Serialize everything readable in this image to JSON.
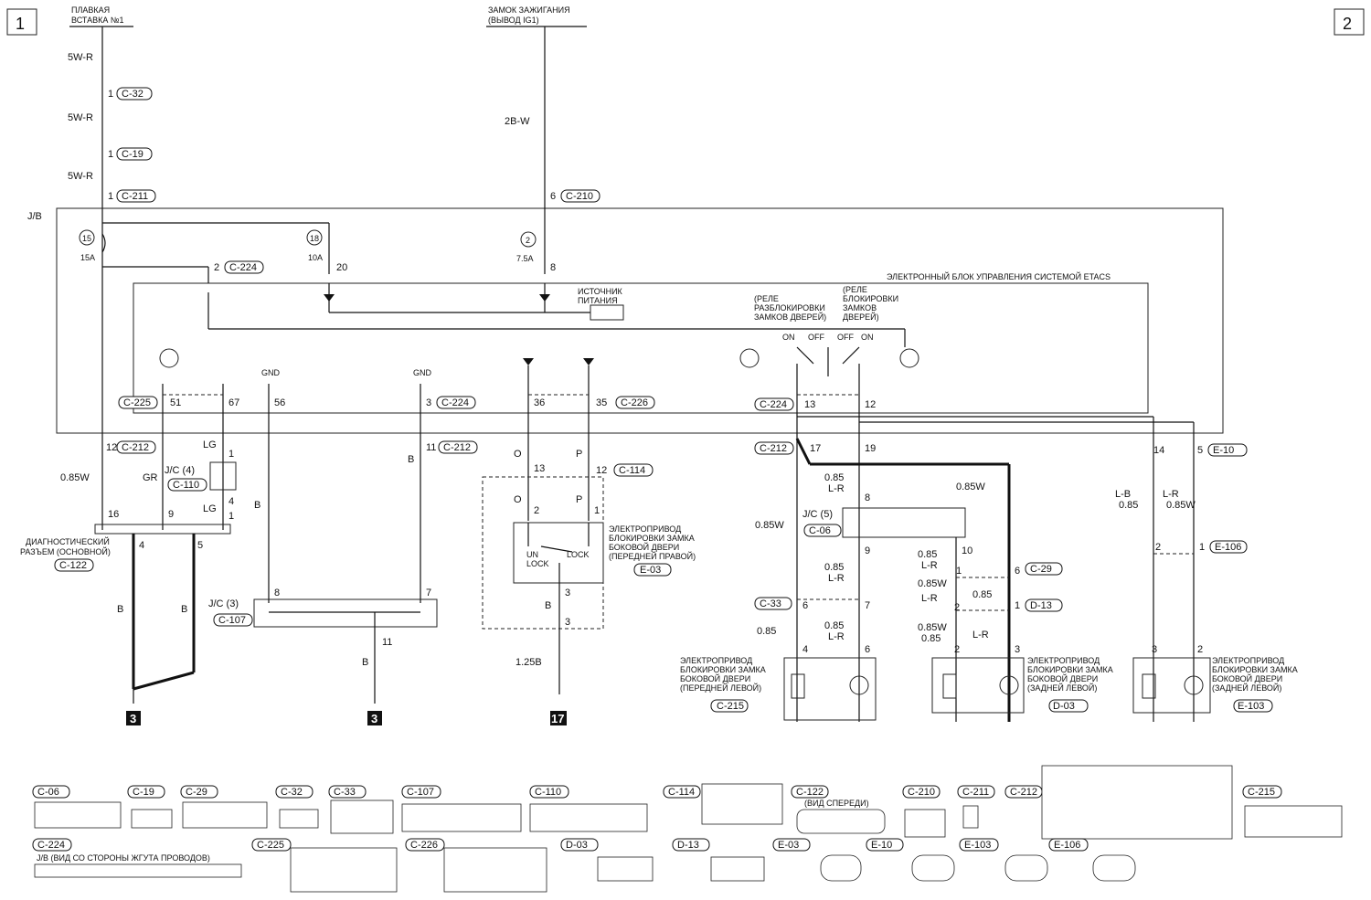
{
  "page_markers": [
    "1",
    "2"
  ],
  "top_sources": [
    {
      "id": "fuse",
      "lines": [
        "ПЛАВКАЯ",
        "ВСТАВКА №1"
      ]
    },
    {
      "id": "ign",
      "lines": [
        "ЗАМОК ЗАЖИГАНИЯ",
        "(ВЫВОД IG1)"
      ]
    }
  ],
  "jb_label": "J/B",
  "etacs_title": "ЭЛЕКТРОННЫЙ БЛОК УПРАВЛЕНИЯ СИСТЕМОЙ ETACS",
  "power_source": [
    "ИСТОЧНИК",
    "ПИТАНИЯ"
  ],
  "relay_unlock": [
    "(РЕЛЕ",
    "РАЗБЛОКИРОВКИ",
    "ЗАМКОВ ДВЕРЕЙ)"
  ],
  "relay_lock": [
    "(РЕЛЕ",
    "БЛОКИРОВКИ",
    "ЗАМКОВ",
    "ДВЕРЕЙ)"
  ],
  "relay_states": [
    "ON",
    "OFF",
    "OFF",
    "ON"
  ],
  "fuses": [
    {
      "num": "15",
      "amp": "15A"
    },
    {
      "num": "18",
      "amp": "10A"
    },
    {
      "num": "2",
      "amp": "7.5A"
    }
  ],
  "wire_labels": [
    "5W-R",
    "5W-R",
    "5W-R",
    "2B-W",
    "0.85W",
    "GR",
    "LG",
    "LG",
    "B",
    "B",
    "B",
    "B",
    "B",
    "O",
    "P",
    "O",
    "P",
    "B",
    "1.25B",
    "0.85",
    "L-R",
    "0.85W",
    "0.85W",
    "0.85",
    "L-R",
    "0.85",
    "L-R",
    "0.85",
    "L-R",
    "0.85W",
    "0.85",
    "L-R",
    "0.85W",
    "0.85",
    "L-R",
    "0.85",
    "L-B",
    "0.85",
    "L-R",
    "0.85W"
  ],
  "pin_labels": [
    "1",
    "1",
    "1",
    "6",
    "2",
    "20",
    "8",
    "51",
    "67",
    "56",
    "3",
    "36",
    "35",
    "13",
    "12",
    "12",
    "11",
    "16",
    "9",
    "1",
    "4",
    "1",
    "4",
    "5",
    "8",
    "7",
    "11",
    "12",
    "13",
    "2",
    "1",
    "3",
    "3",
    "17",
    "19",
    "8",
    "9",
    "6",
    "7",
    "4",
    "6",
    "10",
    "1",
    "2",
    "2",
    "6",
    "1",
    "3",
    "14",
    "5",
    "2",
    "1",
    "3",
    "2"
  ],
  "gnd_labels": [
    "GND",
    "GND"
  ],
  "connectors": [
    "C-32",
    "C-19",
    "C-211",
    "C-210",
    "C-224",
    "C-225",
    "C-224",
    "C-226",
    "C-224",
    "C-212",
    "C-212",
    "C-110",
    "C-122",
    "C-107",
    "C-114",
    "E-03",
    "C-212",
    "C-06",
    "C-33",
    "C-29",
    "D-13",
    "E-10",
    "E-106",
    "C-215",
    "D-03",
    "E-103"
  ],
  "jc_labels": [
    "J/C (4)",
    "J/C (3)",
    "J/C (5)"
  ],
  "diag_connector": [
    "ДИАГНОСТИЧЕСКИЙ",
    "РАЗЪЕМ (ОСНОВНОЙ)"
  ],
  "actuator_fr": [
    "ЭЛЕКТРОПРИВОД",
    "БЛОКИРОВКИ ЗАМКА",
    "БОКОВОЙ ДВЕРИ",
    "(ПЕРЕДНЕЙ ПРАВОЙ)"
  ],
  "actuator_fl": [
    "ЭЛЕКТРОПРИВОД",
    "БЛОКИРОВКИ ЗАМКА",
    "БОКОВОЙ ДВЕРИ",
    "(ПЕРЕДНЕЙ ЛЕВОЙ)"
  ],
  "actuator_rl": [
    "ЭЛЕКТРОПРИВОД",
    "БЛОКИРОВКИ ЗАМКА",
    "БОКОВОЙ ДВЕРИ",
    "(ЗАДНЕЙ ЛЕВОЙ)"
  ],
  "actuator_rl2": [
    "ЭЛЕКТРОПРИВОД",
    "БЛОКИРОВКИ ЗАМКА",
    "БОКОВОЙ ДВЕРИ",
    "(ЗАДНЕЙ ЛЕВОЙ)"
  ],
  "switch_labels": [
    "UN",
    "LOCK",
    "LOCK"
  ],
  "grounds": [
    "3",
    "3",
    "17"
  ],
  "bottom_connectors": [
    "C-06",
    "C-19",
    "C-29",
    "C-32",
    "C-33",
    "C-107",
    "C-110",
    "C-114",
    "C-122",
    "C-210",
    "C-211",
    "C-212",
    "C-215",
    "C-224",
    "C-225",
    "C-226",
    "D-03",
    "D-13",
    "E-03",
    "E-10",
    "E-103",
    "E-106"
  ],
  "bottom_notes": {
    "c122": "(ВИД СПЕРЕДИ)",
    "c224": "J/B (ВИД СО СТОРОНЫ ЖГУТА ПРОВОДОВ)"
  },
  "colors": {
    "ink": "#111111",
    "paper": "#ffffff",
    "ground_box": "#111111"
  }
}
